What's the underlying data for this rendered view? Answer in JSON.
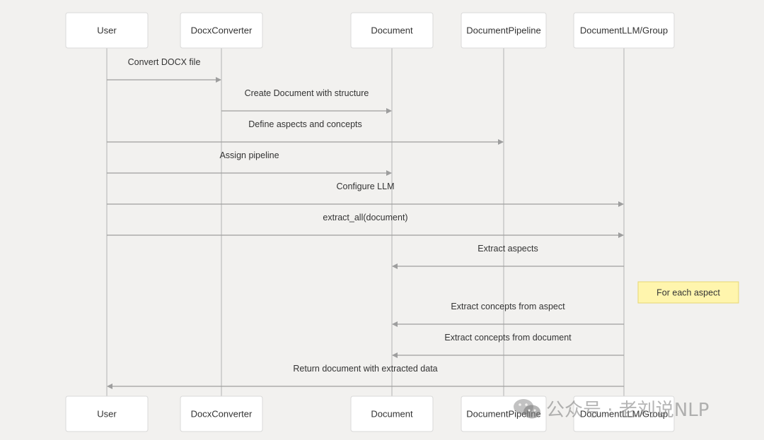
{
  "participants": [
    {
      "id": "user",
      "label": "User"
    },
    {
      "id": "docx",
      "label": "DocxConverter"
    },
    {
      "id": "document",
      "label": "Document"
    },
    {
      "id": "pipeline",
      "label": "DocumentPipeline"
    },
    {
      "id": "llm",
      "label": "DocumentLLM/Group"
    }
  ],
  "messages": [
    {
      "from": "user",
      "to": "docx",
      "label": "Convert DOCX file"
    },
    {
      "from": "docx",
      "to": "document",
      "label": "Create Document with structure"
    },
    {
      "from": "user",
      "to": "pipeline",
      "label": "Define aspects and concepts"
    },
    {
      "from": "user",
      "to": "document",
      "label": "Assign pipeline"
    },
    {
      "from": "user",
      "to": "llm",
      "label": "Configure LLM"
    },
    {
      "from": "user",
      "to": "llm",
      "label": "extract_all(document)"
    },
    {
      "from": "llm",
      "to": "document",
      "label": "Extract aspects"
    },
    {
      "type": "note",
      "right_of": "llm",
      "label": "For each aspect"
    },
    {
      "from": "llm",
      "to": "document",
      "label": "Extract concepts from aspect"
    },
    {
      "from": "llm",
      "to": "document",
      "label": "Extract concepts from document"
    },
    {
      "from": "llm",
      "to": "user",
      "label": "Return document with extracted data"
    }
  ],
  "watermark": {
    "text": "公众号 · 老刘说NLP",
    "icon": "wechat-icon"
  },
  "colors": {
    "background": "#f2f1ef",
    "note": "#fff5ad",
    "line": "#9e9e9e"
  }
}
